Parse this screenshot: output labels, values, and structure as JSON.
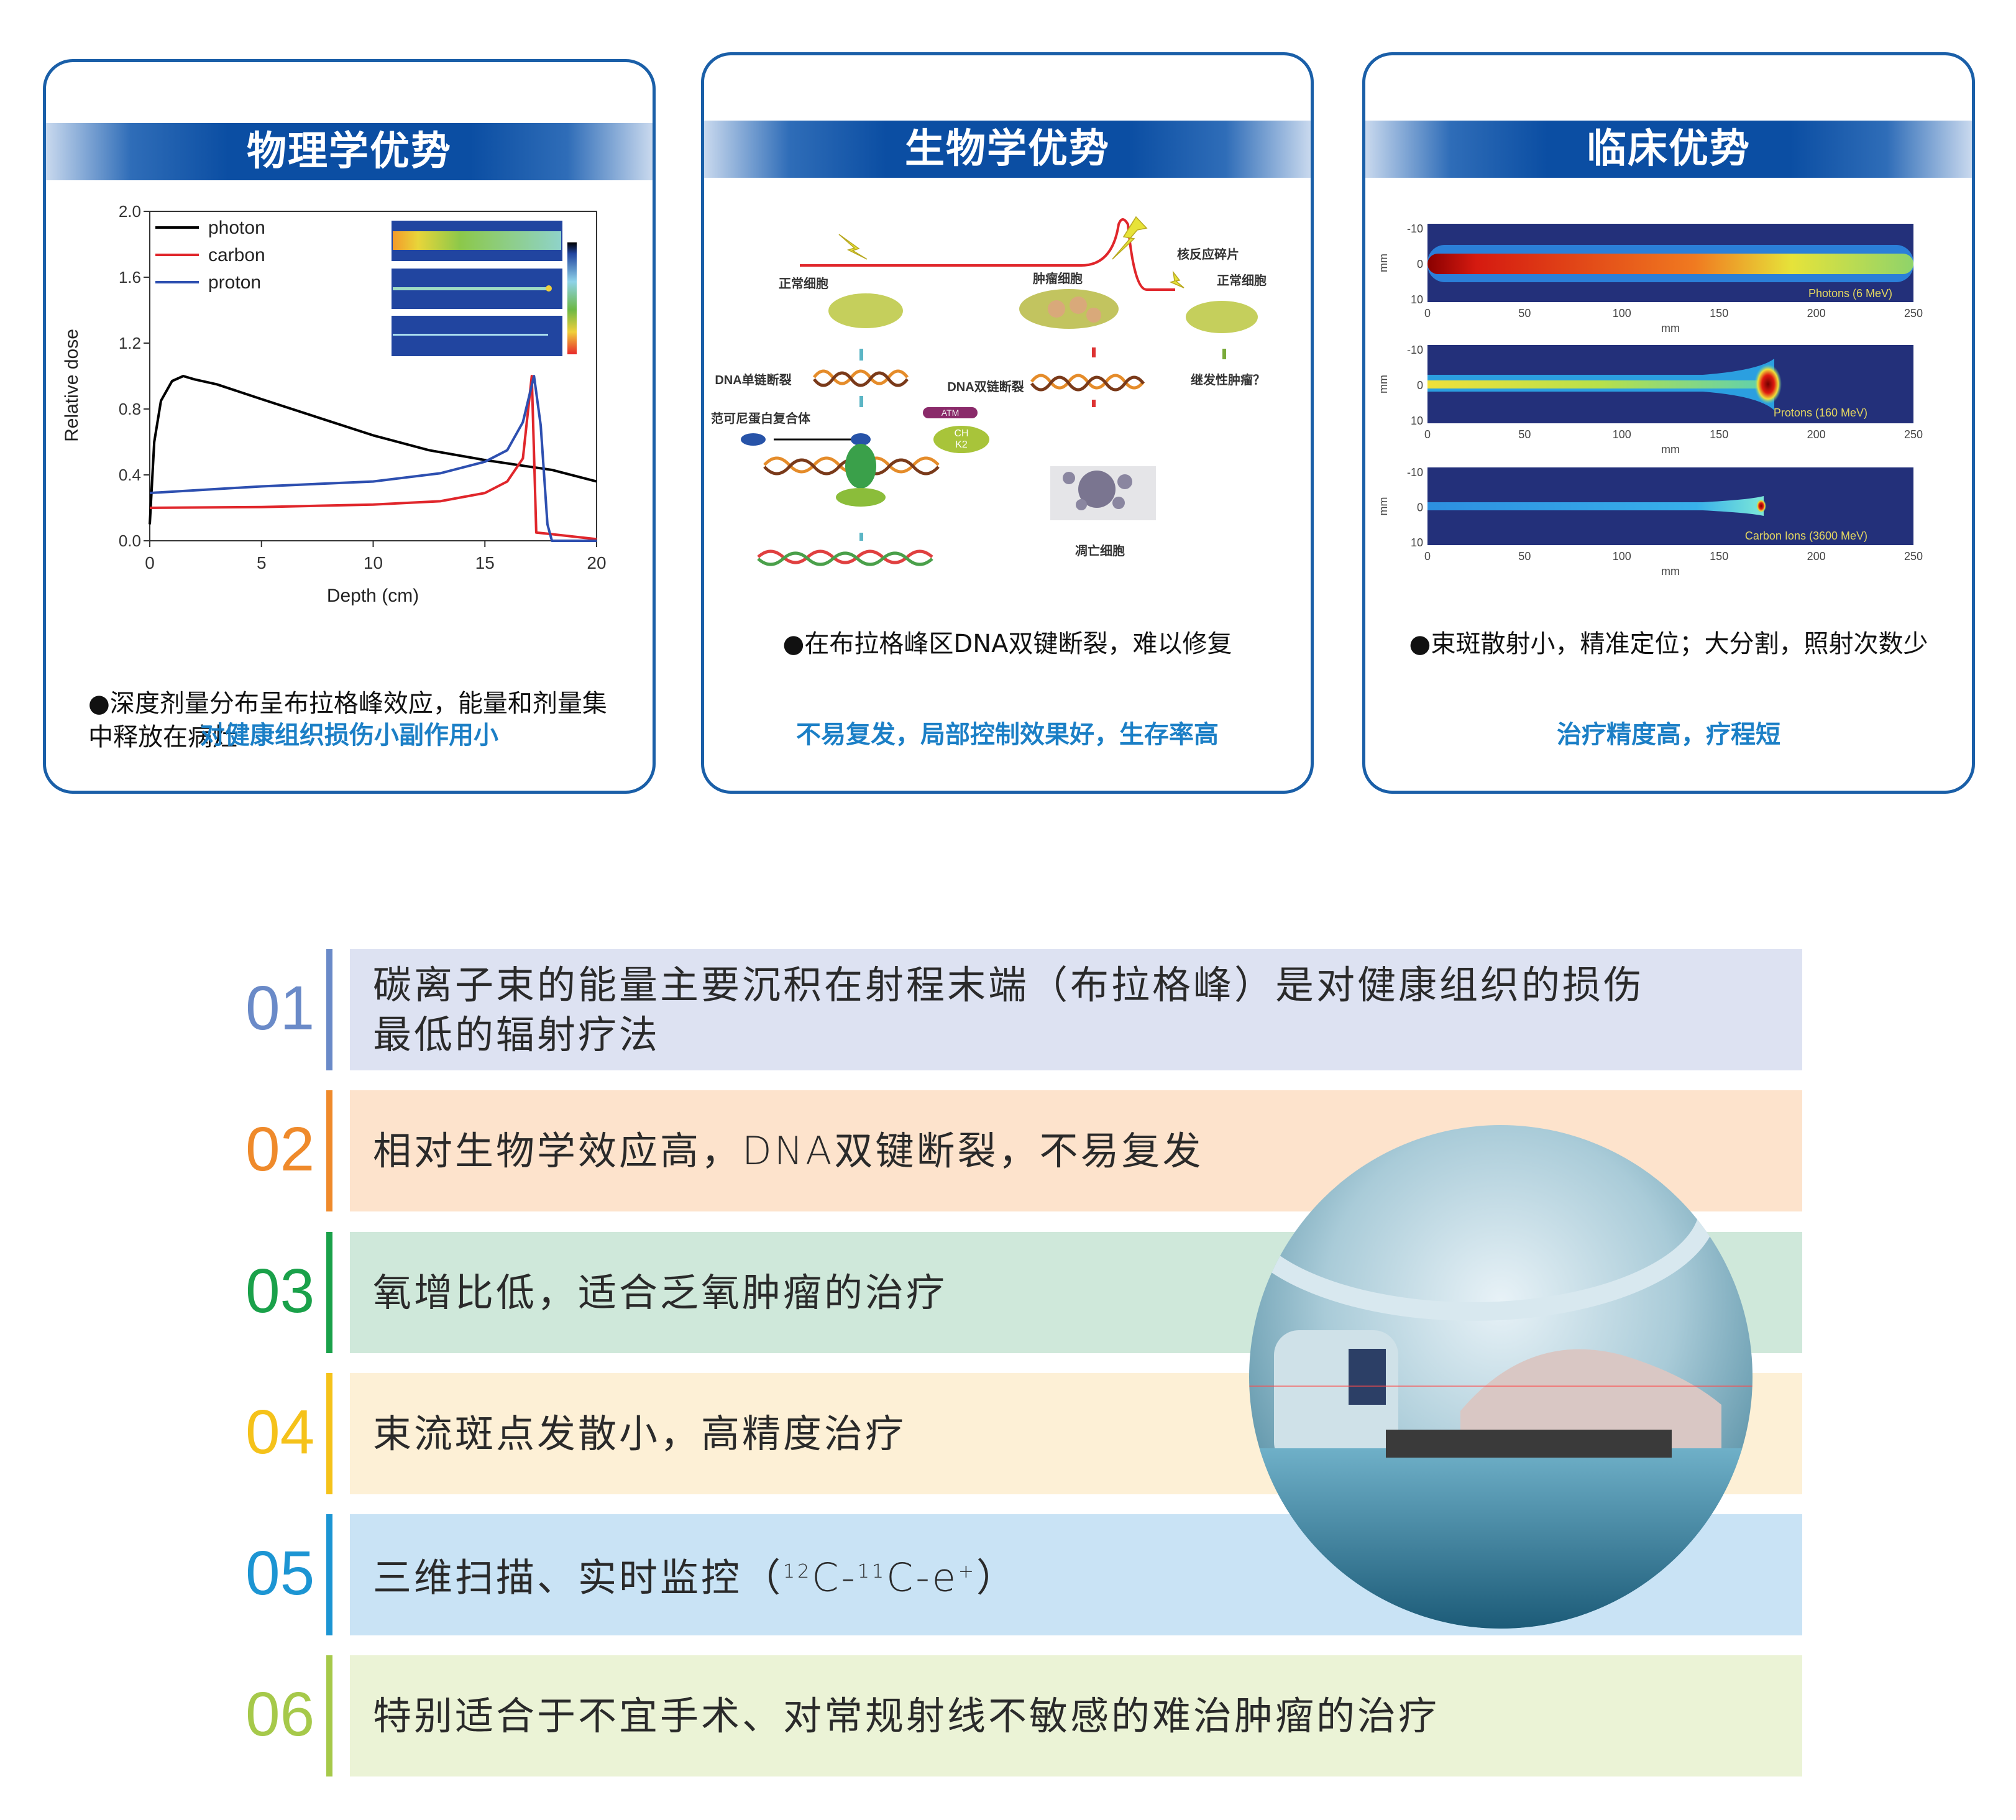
{
  "cards": [
    {
      "title": "物理学优势",
      "caption": "●深度剂量分布呈布拉格峰效应，能量和剂量集中释放在病灶",
      "conclusion": "对健康组织损伤小副作用小"
    },
    {
      "title": "生物学优势",
      "caption": "●在布拉格峰区DNA双键断裂，难以修复",
      "conclusion": "不易复发，局部控制效果好，生存率高"
    },
    {
      "title": "临床优势",
      "caption": "●束斑散射小，精准定位；大分割，照射次数少",
      "conclusion": "治疗精度高，疗程短"
    }
  ],
  "chart_data": {
    "type": "line",
    "xlabel": "Depth (cm)",
    "ylabel": "Relative dose",
    "xlim": [
      0,
      20
    ],
    "ylim": [
      0,
      2.0
    ],
    "xticks": [
      "0",
      "5",
      "10",
      "15",
      "20"
    ],
    "yticks": [
      "0.0",
      "0.4",
      "0.8",
      "1.2",
      "1.6",
      "2.0"
    ],
    "legend_position": "top-left",
    "series": [
      {
        "name": "photon",
        "color": "#000000",
        "x": [
          0,
          0.2,
          0.5,
          1,
          1.5,
          2,
          3,
          5,
          7.5,
          10,
          12.5,
          15,
          17,
          18,
          20
        ],
        "y": [
          0.1,
          0.6,
          0.85,
          0.97,
          1.0,
          0.98,
          0.95,
          0.86,
          0.75,
          0.64,
          0.55,
          0.49,
          0.45,
          0.43,
          0.36
        ]
      },
      {
        "name": "carbon",
        "color": "#e0262b",
        "x": [
          0,
          5,
          10,
          13,
          15,
          16,
          16.7,
          17.1,
          17.3,
          18,
          20
        ],
        "y": [
          0.2,
          0.205,
          0.22,
          0.24,
          0.29,
          0.36,
          0.5,
          1.0,
          0.05,
          0.04,
          0.01
        ]
      },
      {
        "name": "proton",
        "color": "#2d4fb0",
        "x": [
          0,
          5,
          10,
          13,
          15,
          16,
          16.7,
          17.2,
          17.5,
          17.8,
          18,
          20
        ],
        "y": [
          0.29,
          0.33,
          0.36,
          0.41,
          0.48,
          0.55,
          0.72,
          1.0,
          0.7,
          0.1,
          0.0,
          0.0
        ]
      }
    ]
  },
  "biology": {
    "normal_cell": "正常细胞",
    "tumor_cell": "肿瘤细胞",
    "fragments": "核反应碎片",
    "normal_cell_right": "正常细胞",
    "ssb": "DNA单链断裂",
    "dsb": "DNA双链断裂",
    "secondary": "继发性肿瘤？",
    "fanconi": "范可尼蛋白复合体",
    "apoptosis": "凋亡细胞",
    "atm": "ATM",
    "chk2": [
      "CH",
      "K2"
    ]
  },
  "clinical": {
    "panels": [
      {
        "label": "Photons (6 MeV)"
      },
      {
        "label": "Protons (160 MeV)"
      },
      {
        "label": "Carbon Ions (3600 MeV)"
      }
    ],
    "xticks": [
      "0",
      "50",
      "100",
      "150",
      "200",
      "250"
    ],
    "yticks": [
      "-10",
      "0",
      "10"
    ],
    "axis_unit": "mm"
  },
  "features": [
    {
      "num": "01",
      "text": "碳离子束的能量主要沉积在射程末端（布拉格峰）是对健康组织的损伤最低的辐射疗法",
      "color": "#6a8ac8",
      "bg": "#dde2f2"
    },
    {
      "num": "02",
      "text": "相对生物学效应高，DNA双键断裂，不易复发",
      "color": "#ef8a2b",
      "bg": "#fde3cc"
    },
    {
      "num": "03",
      "text": "氧增比低，适合乏氧肿瘤的治疗",
      "color": "#1aa14a",
      "bg": "#cfe8da"
    },
    {
      "num": "04",
      "text": "束流斑点发散小，高精度治疗",
      "color": "#f5c21a",
      "bg": "#fdf0d6"
    },
    {
      "num": "05",
      "text_prefix": "三维扫描、实时监控（",
      "sup1": "12",
      "mid1": "C-",
      "sup2": "11",
      "mid2": "C-e",
      "sup3": "+",
      "text_suffix": "）",
      "color": "#1c95d3",
      "bg": "#c9e3f5"
    },
    {
      "num": "06",
      "text": "特别适合于不宜手术、对常规射线不敏感的难治肿瘤的治疗",
      "color": "#a6c94a",
      "bg": "#ebf3d6"
    }
  ]
}
